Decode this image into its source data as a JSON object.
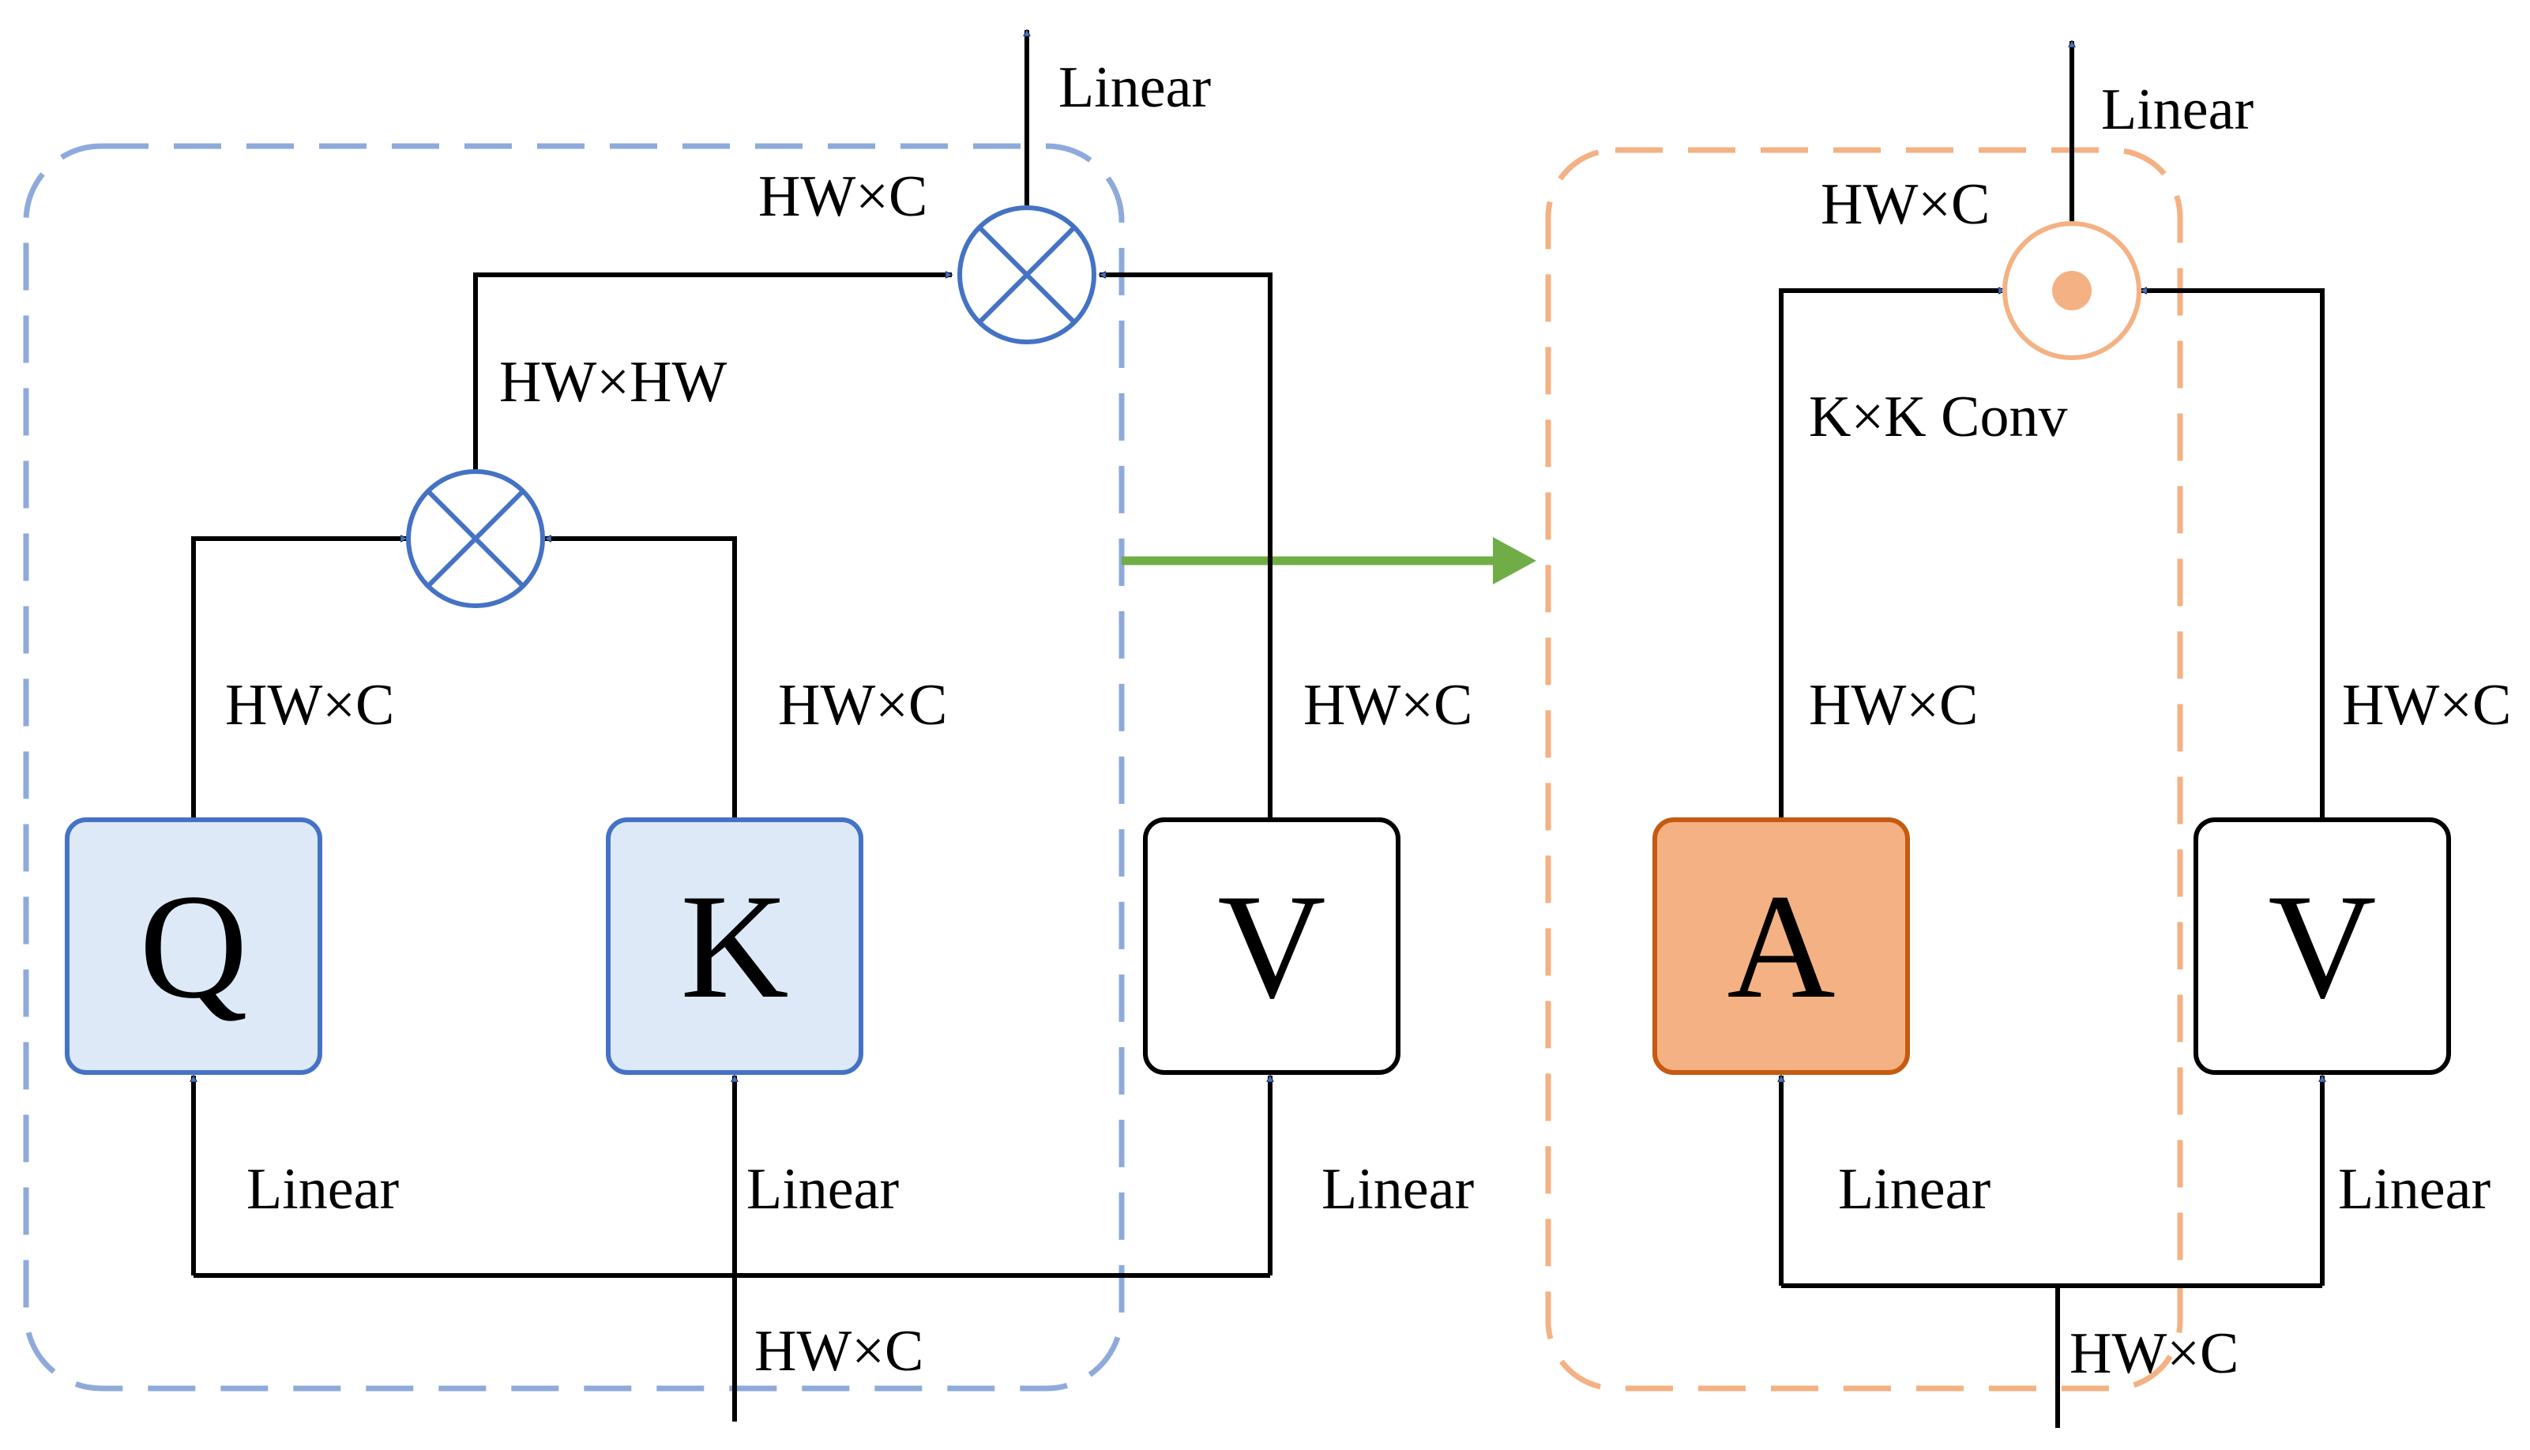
{
  "colors": {
    "left_frame": "#8eaadb",
    "right_frame": "#f4b183",
    "qk_fill": "#dde9f7",
    "qk_stroke": "#4472c4",
    "a_fill": "#f4b183",
    "a_stroke": "#c55a11",
    "arrowhead": "#4472c4",
    "transition_arrow": "#70ad47",
    "hadamard_stroke": "#f4b183",
    "hadamard_dot": "#f4b183"
  },
  "left": {
    "q_label": "Q",
    "k_label": "K",
    "v_label": "V",
    "q_linear": "Linear",
    "k_linear": "Linear",
    "v_linear": "Linear",
    "q_dim": "HW×C",
    "k_dim": "HW×C",
    "v_dim": "HW×C",
    "attn_dim": "HW×HW",
    "out_dim": "HW×C",
    "out_linear": "Linear",
    "input_dim": "HW×C",
    "multiply_icon": "matrix-multiply-icon"
  },
  "right": {
    "a_label": "A",
    "v_label": "V",
    "a_linear": "Linear",
    "v_linear": "Linear",
    "a_dim": "HW×C",
    "v_dim": "HW×C",
    "conv_label": "K×K Conv",
    "out_dim": "HW×C",
    "out_linear": "Linear",
    "input_dim": "HW×C",
    "hadamard_icon": "hadamard-product-icon"
  }
}
